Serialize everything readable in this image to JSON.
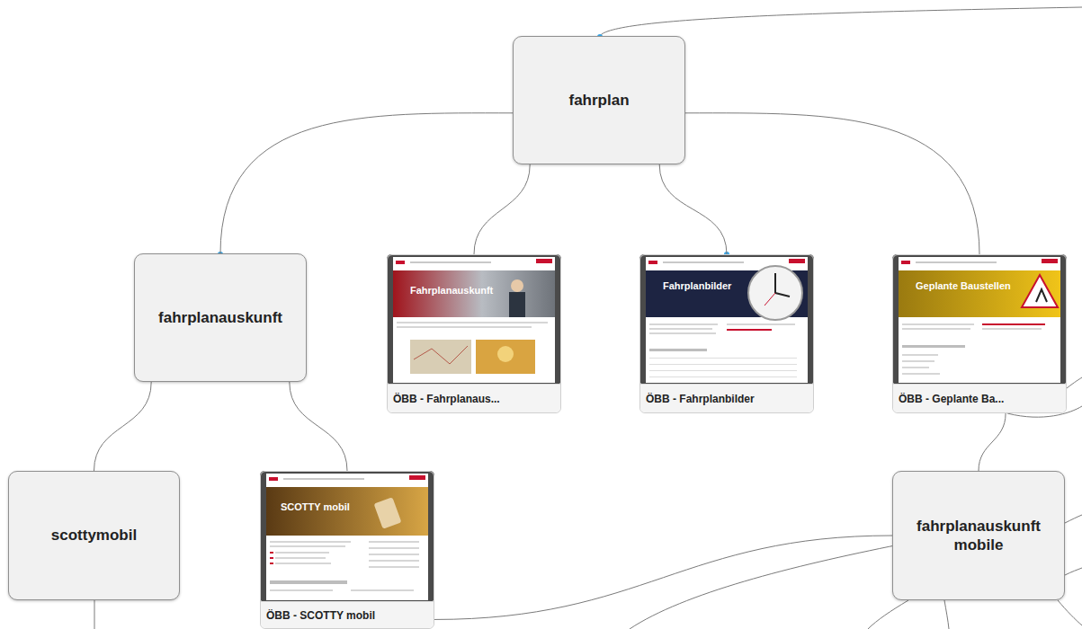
{
  "diagram": {
    "nodes": [
      {
        "text": [
          "fahrplan"
        ]
      },
      {
        "text": [
          "fahrplanauskunft"
        ]
      },
      {
        "text": [
          "ÖBB - Fahrplanaus..."
        ]
      },
      {
        "text": [
          "ÖBB - Fahrplanbilder"
        ]
      },
      {
        "text": [
          "ÖBB - Geplante Ba..."
        ]
      },
      {
        "text": [
          "scottymobil"
        ]
      },
      {
        "text": [
          "ÖBB - SCOTTY mobil"
        ]
      },
      {
        "text": [
          "fahrplanauskunft mobile"
        ]
      }
    ],
    "edges": [
      {
        "from": 0,
        "to": 1,
        "arrow": "none"
      },
      {
        "from": 0,
        "to": 2,
        "arrow": "none"
      },
      {
        "from": 0,
        "to": 3,
        "arrow": "none"
      },
      {
        "from": 0,
        "to": 4,
        "arrow": "none"
      },
      {
        "from": 1,
        "to": 5,
        "arrow": "none"
      },
      {
        "from": 1,
        "to": 6,
        "arrow": "none"
      },
      {
        "from": 4,
        "to": 7,
        "arrow": "none"
      },
      {
        "from": 6,
        "to": 7,
        "arrow": "none"
      }
    ],
    "labels": [
      "Fahrplanauskunft",
      "Fahrplanbilder",
      "Geplante Baustellen",
      "SCOTTY mobil"
    ]
  }
}
